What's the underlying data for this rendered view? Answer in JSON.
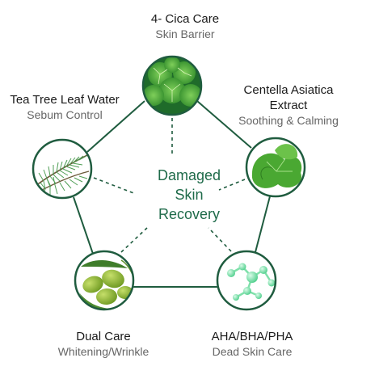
{
  "center": {
    "lines": [
      "Damaged",
      "Skin",
      "Recovery"
    ]
  },
  "nodes": [
    {
      "id": "cica",
      "title": "4- Cica Care",
      "subtitle": "Skin Barrier",
      "icon": "cica-leaves-icon"
    },
    {
      "id": "centella",
      "title_lines": [
        "Centella Asiatica",
        "Extract"
      ],
      "subtitle": "Soothing & Calming",
      "icon": "centella-leaf-icon"
    },
    {
      "id": "aha",
      "title": "AHA/BHA/PHA",
      "subtitle": "Dead Skin Care",
      "icon": "molecule-icon"
    },
    {
      "id": "dual",
      "title": "Dual Care",
      "subtitle": "Whitening/Wrinkle",
      "icon": "olive-icon"
    },
    {
      "id": "teatree",
      "title": "Tea Tree Leaf Water",
      "subtitle": "Sebum Control",
      "icon": "tea-tree-icon"
    }
  ],
  "colors": {
    "line": "#1f5c3f",
    "accent": "#1f6b4a",
    "title": "#1a1a1a",
    "subtitle": "#666666"
  }
}
